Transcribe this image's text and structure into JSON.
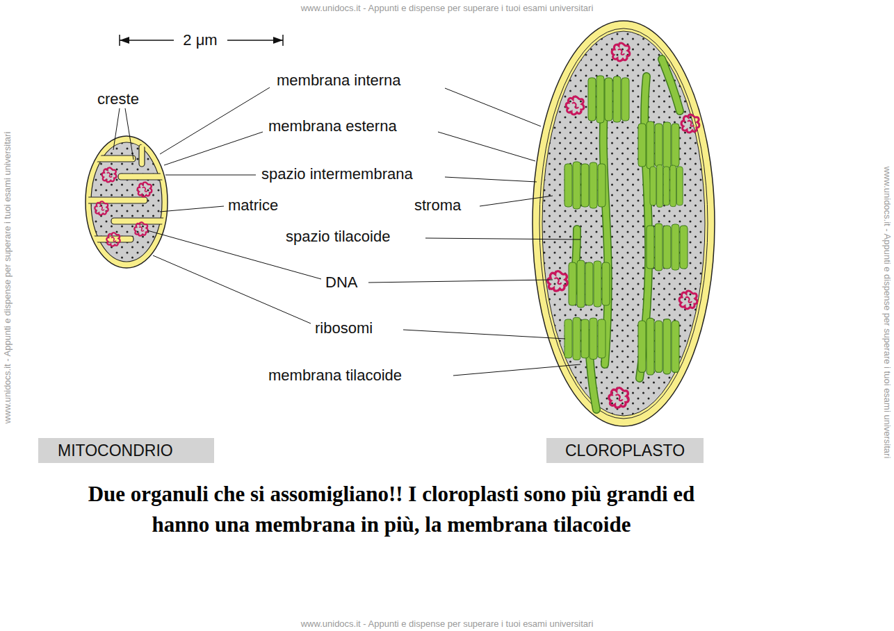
{
  "diagram": {
    "caption": "Due organuli che si assomigliano!! I cloroplasti sono più grandi ed hanno una membrana in più, la membrana tilacoide",
    "nodes": [
      {
        "text": [
          "MITOCONDRIO"
        ]
      },
      {
        "text": [
          "CLOROPLASTO"
        ]
      }
    ],
    "labels": [
      "2 μm",
      "creste",
      "membrana interna",
      "membrana esterna",
      "spazio intermembrana",
      "matrice",
      "stroma",
      "spazio tilacoide",
      "DNA",
      "ribosomi",
      "membrana tilacoide",
      "www.unidocs.it - Appunti e dispense per superare i tuoi esami universitari",
      "www.unidocs.it - Appunti e dispense per superare i tuoi esami universitari",
      "www.unidocs.it - Appunti e dispense per superare i tuoi esami universitari",
      "www.unidocs.it - Appunti e dispense per superare i tuoi esami universitari"
    ]
  }
}
